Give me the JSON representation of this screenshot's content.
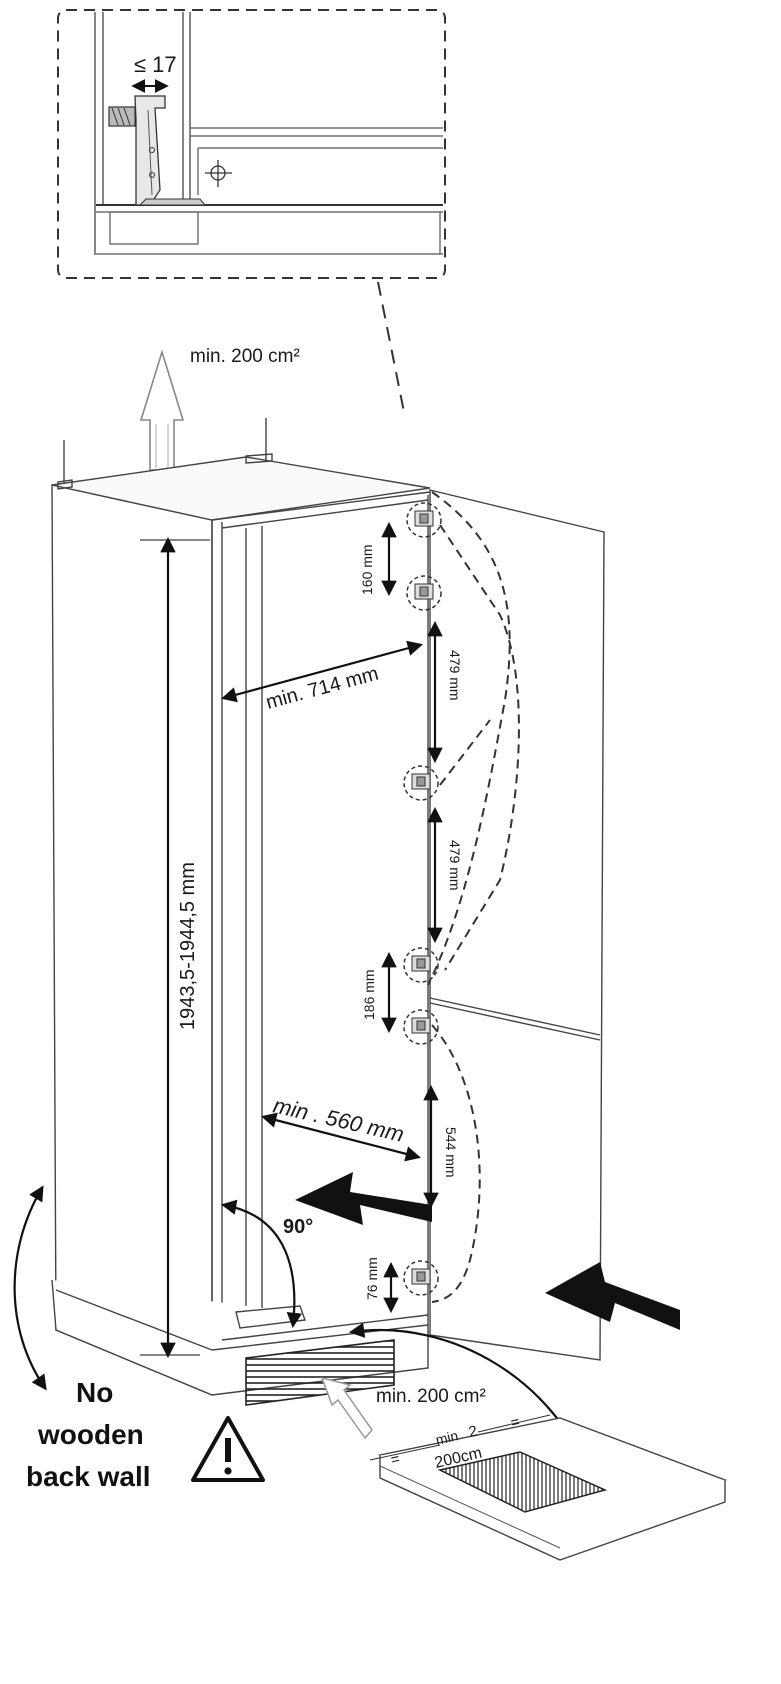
{
  "inset": {
    "gap_label": "≤ 17"
  },
  "ventilation": {
    "top_label": "min. 200 cm²",
    "bottom_label": "min. 200 cm²",
    "plinth_label_line1": "min",
    "plinth_label_num": "2",
    "plinth_label_line2": "200cm",
    "equal_sign": "="
  },
  "dimensions": {
    "height": "1943,5-1944,5 mm",
    "depth_top": "min. 714 mm",
    "depth_bottom": "min . 560 mm",
    "hinge_gap_1": "160 mm",
    "hinge_gap_2": "479 mm",
    "hinge_gap_3": "479 mm",
    "hinge_gap_4": "186 mm",
    "hinge_gap_5": "544 mm",
    "hinge_gap_6": "76 mm",
    "angle": "90°"
  },
  "warning": {
    "line1": "No",
    "line2": "wooden",
    "line3": "back wall",
    "icon": "warning-triangle-icon"
  }
}
